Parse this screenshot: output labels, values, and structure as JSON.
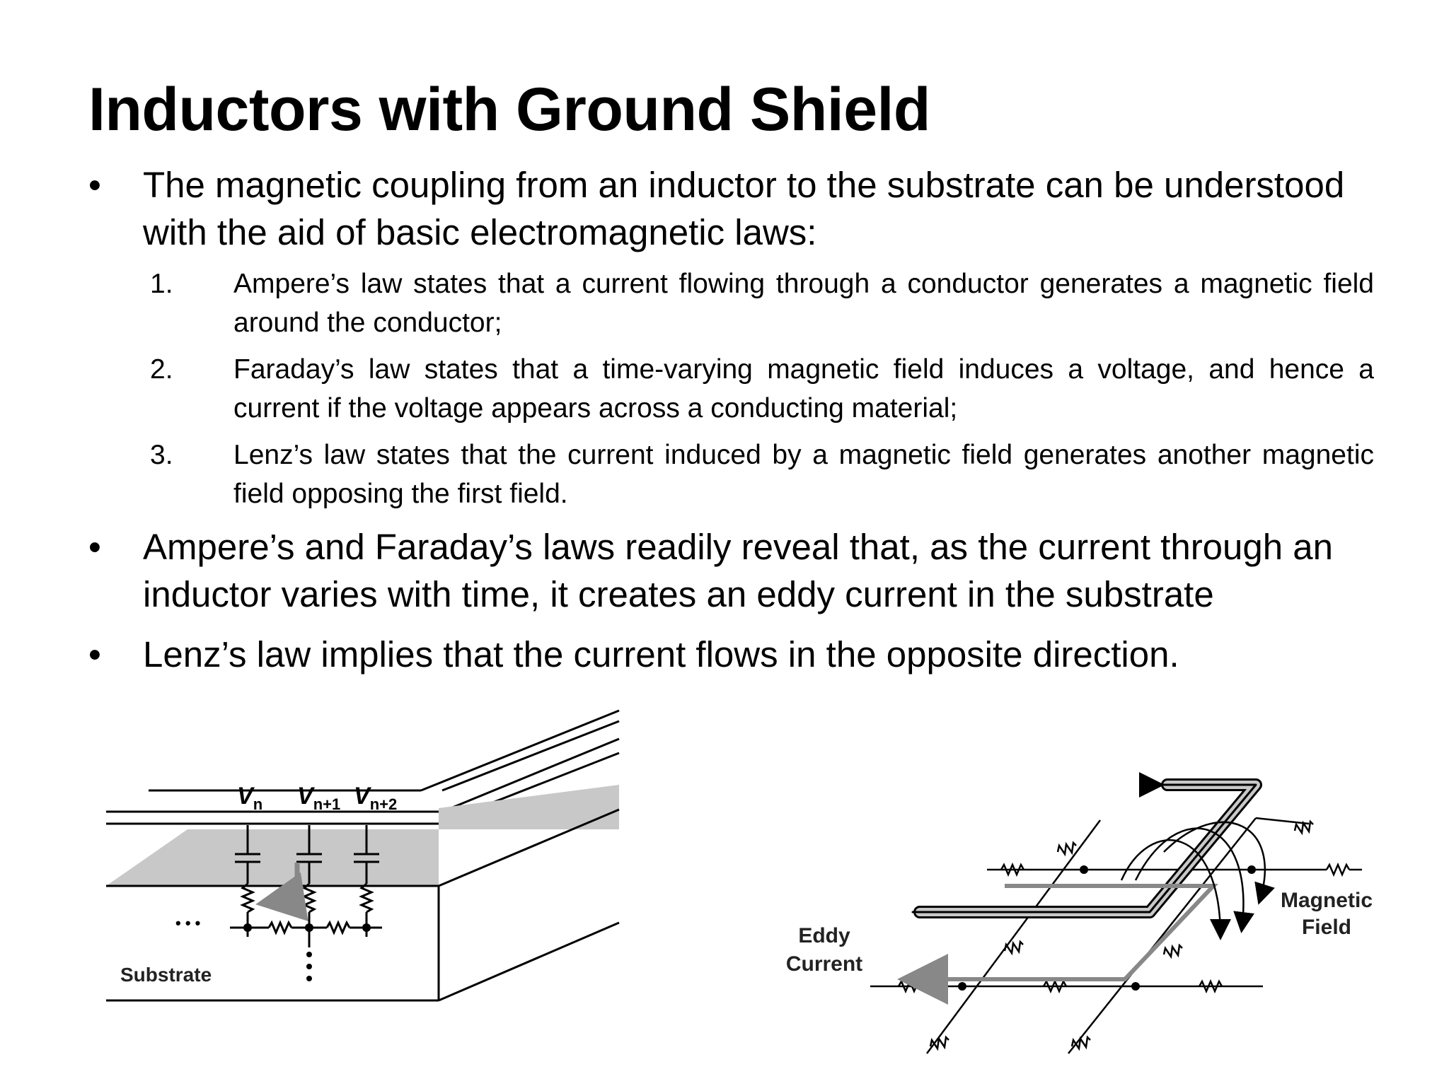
{
  "slide": {
    "title": "Inductors with Ground Shield",
    "bullets": [
      {
        "marker": "•",
        "text": "The magnetic coupling from an inductor to the substrate can be understood with the aid of basic electromagnetic laws:"
      },
      {
        "marker": "•",
        "text": "Ampere’s and Faraday’s laws readily reveal that, as the current through an inductor varies with time, it creates an eddy current in the substrate"
      },
      {
        "marker": "•",
        "text": "Lenz’s law implies that the current flows in the opposite direction."
      }
    ],
    "laws": [
      {
        "number": "1.",
        "text": "Ampere’s law states that a current flowing through a conductor generates a magnetic field around the conductor;"
      },
      {
        "number": "2.",
        "text": "Faraday’s law states that a time-varying magnetic field induces a voltage, and hence a current if the voltage appears across a conducting material;"
      },
      {
        "number": "3.",
        "text": "Lenz’s law states that the current induced by a magnetic field generates another magnetic field opposing the first field."
      }
    ]
  },
  "figure_left": {
    "node_labels": [
      {
        "main": "V",
        "sub": "n"
      },
      {
        "main": "V",
        "sub": "n+1"
      },
      {
        "main": "V",
        "sub": "n+2"
      }
    ],
    "ellipsis": "• • •",
    "substrate_label": "Substrate"
  },
  "figure_right": {
    "eddy_label_1": "Eddy",
    "eddy_label_2": "Current",
    "field_label_1": "Magnetic",
    "field_label_2": "Field"
  }
}
